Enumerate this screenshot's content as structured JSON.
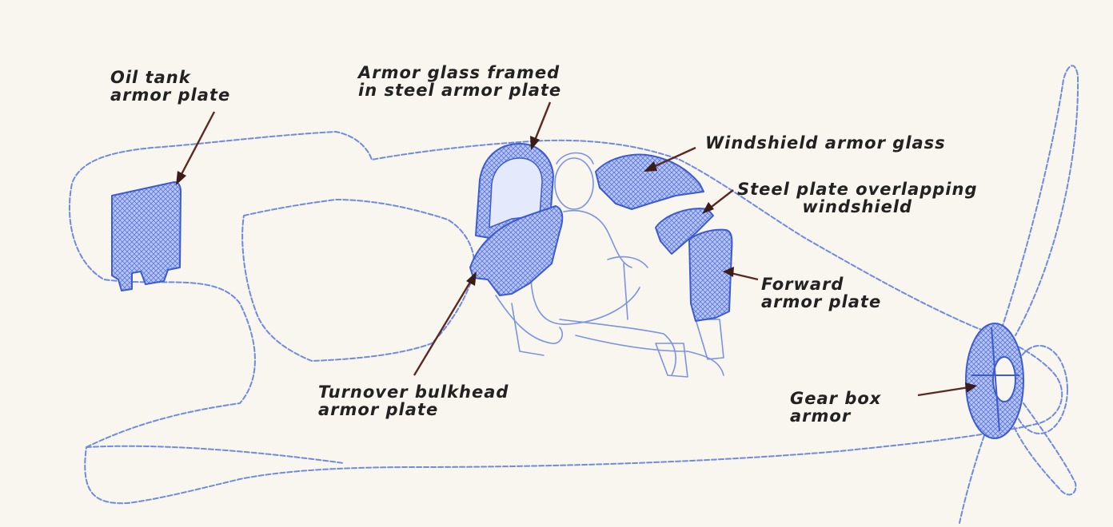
{
  "labels": {
    "oil_tank": "Oil tank\narmor plate",
    "armor_glass_framed": "Armor glass framed\nin steel armor plate",
    "windshield_glass": "Windshield armor glass",
    "steel_plate_overlap": "Steel plate overlapping\nwindshield",
    "forward_plate": "Forward\narmor plate",
    "turnover_bulkhead": "Turnover bulkhead\narmor plate",
    "gear_box": "Gear box\narmor"
  },
  "colors": {
    "outline": "#6f8be0",
    "plate": "#3d5bd0",
    "plate_fill": "#9fb3ee",
    "background": "#f8f6ef",
    "label": "#222222",
    "arrow": "#5a2a22"
  }
}
